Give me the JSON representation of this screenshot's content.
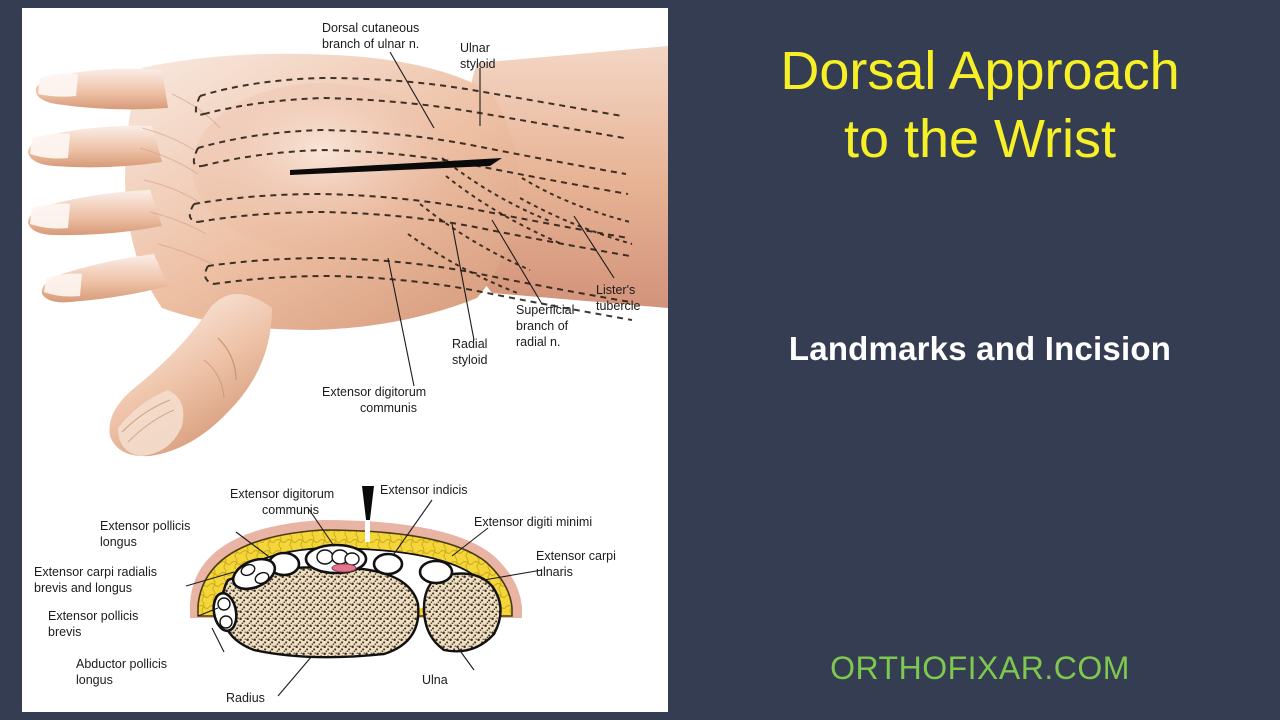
{
  "slide": {
    "background_color": "#343d52",
    "title": "Dorsal Approach\nto the Wrist",
    "subtitle": "Landmarks and Incision",
    "brand": "ORTHOFIXAR.COM",
    "title_color": "#f7f027",
    "subtitle_color": "#ffffff",
    "brand_color": "#7ec850"
  },
  "figure": {
    "panel_background": "#ffffff",
    "top_diagram_name": "dorsal-hand-surface-anatomy",
    "bottom_diagram_name": "wrist-cross-section",
    "skin_color": "#e8b495",
    "fat_color": "#f2d335",
    "bone_color": "#f0dfc0",
    "incision_color": "#000000",
    "labels_top": [
      {
        "id": "dorsal-cutaneous-branch-ulnar",
        "text": "Dorsal cutaneous\nbranch of ulnar n."
      },
      {
        "id": "ulnar-styloid",
        "text": "Ulnar\nstyloid"
      },
      {
        "id": "listers-tubercle",
        "text": "Lister's\ntubercle"
      },
      {
        "id": "superficial-branch-radial",
        "text": "Superficial\nbranch of\nradial n."
      },
      {
        "id": "radial-styloid",
        "text": "Radial\nstyloid"
      },
      {
        "id": "extensor-digitorum-communis-top",
        "text": "Extensor digitorum\ncommunis"
      }
    ],
    "labels_bottom": [
      {
        "id": "extensor-digitorum-communis-xs",
        "text": "Extensor digitorum\ncommunis"
      },
      {
        "id": "extensor-indicis",
        "text": "Extensor indicis"
      },
      {
        "id": "extensor-digiti-minimi",
        "text": "Extensor digiti minimi"
      },
      {
        "id": "extensor-carpi-ulnaris",
        "text": "Extensor carpi\nulnaris"
      },
      {
        "id": "extensor-pollicis-longus",
        "text": "Extensor pollicis\nlongus"
      },
      {
        "id": "extensor-carpi-radialis-brevis-longus",
        "text": "Extensor carpi radialis\nbrevis and longus"
      },
      {
        "id": "extensor-pollicis-brevis",
        "text": "Extensor pollicis\nbrevis"
      },
      {
        "id": "abductor-pollicis-longus",
        "text": "Abductor pollicis\nlongus"
      },
      {
        "id": "radius",
        "text": "Radius"
      },
      {
        "id": "ulna",
        "text": "Ulna"
      }
    ]
  }
}
